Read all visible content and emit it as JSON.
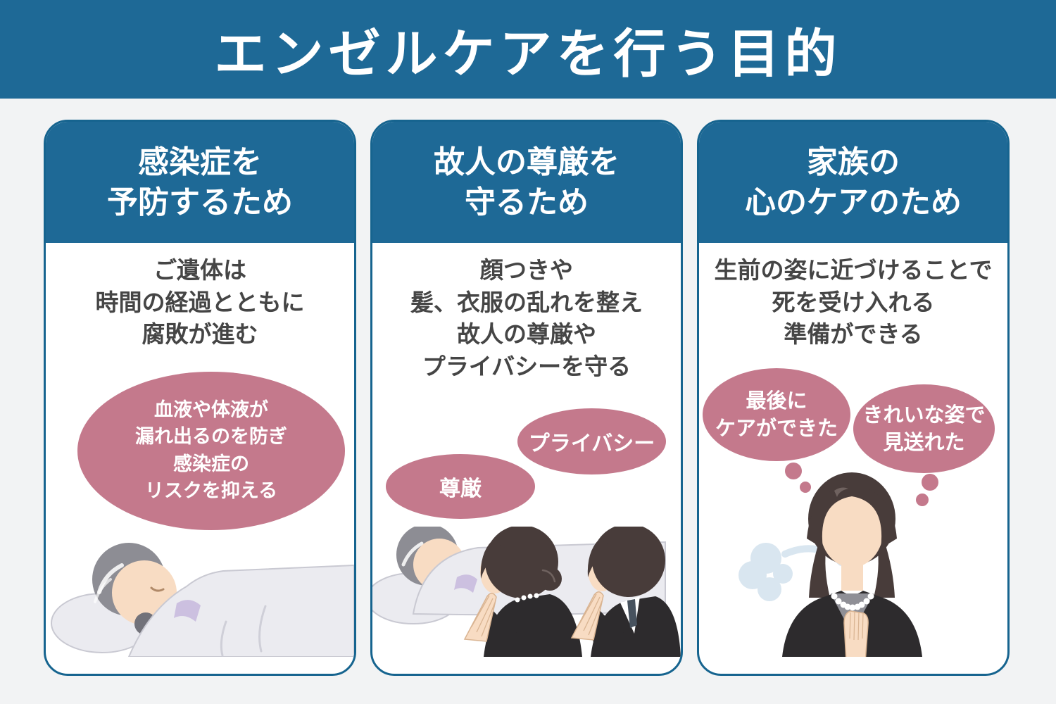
{
  "title": "エンゼルケアを行う目的",
  "colors": {
    "header_blue": "#1e6996",
    "card_border_blue": "#16648f",
    "accent_pink": "#c4798c",
    "background_gray": "#f2f3f4",
    "body_text_gray": "#454545",
    "sigh_puff_blue": "#d9e6f0"
  },
  "cards": [
    {
      "header": "感染症を\n予防するため",
      "body": "ご遺体は\n時間の経過とともに\n腐敗が進む",
      "ellipse_note": "血液や体液が\n漏れ出るのを防ぎ\n感染症の\nリスクを抑える",
      "illustration": "elderly-deceased-lying-in-bed"
    },
    {
      "header": "故人の尊厳を\n守るため",
      "body": "顔つきや\n髪、衣服の乱れを整え\n故人の尊厳や\nプライバシーを守る",
      "labels": {
        "dignity": "尊厳",
        "privacy": "プライバシー"
      },
      "illustration": "two-mourners-praying-beside-deceased"
    },
    {
      "header": "家族の\n心のケアのため",
      "body": "生前の姿に近づけることで\n死を受け入れる\n準備ができる",
      "thoughts": {
        "left": "最後に\nケアができた",
        "right": "きれいな姿で\n見送れた"
      },
      "illustration": "grieving-family-member-sighing"
    }
  ]
}
